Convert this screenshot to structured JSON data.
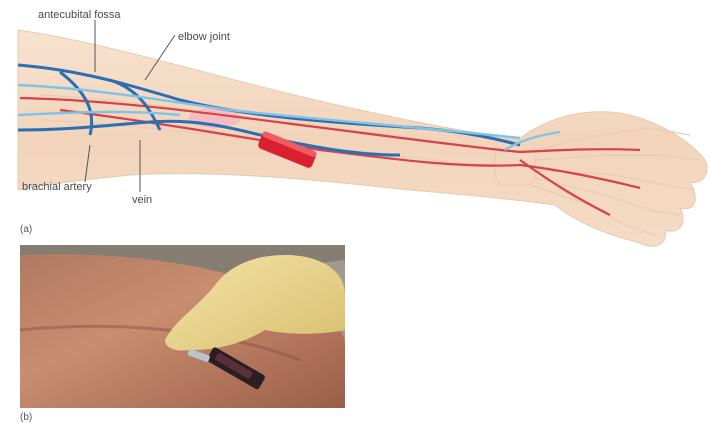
{
  "figure": {
    "labels": {
      "antecubital_fossa": "antecubital fossa",
      "elbow_joint": "elbow joint",
      "brachial_artery": "brachial artery",
      "vein": "vein"
    },
    "panel_a": "(a)",
    "panel_b": "(b)"
  }
}
